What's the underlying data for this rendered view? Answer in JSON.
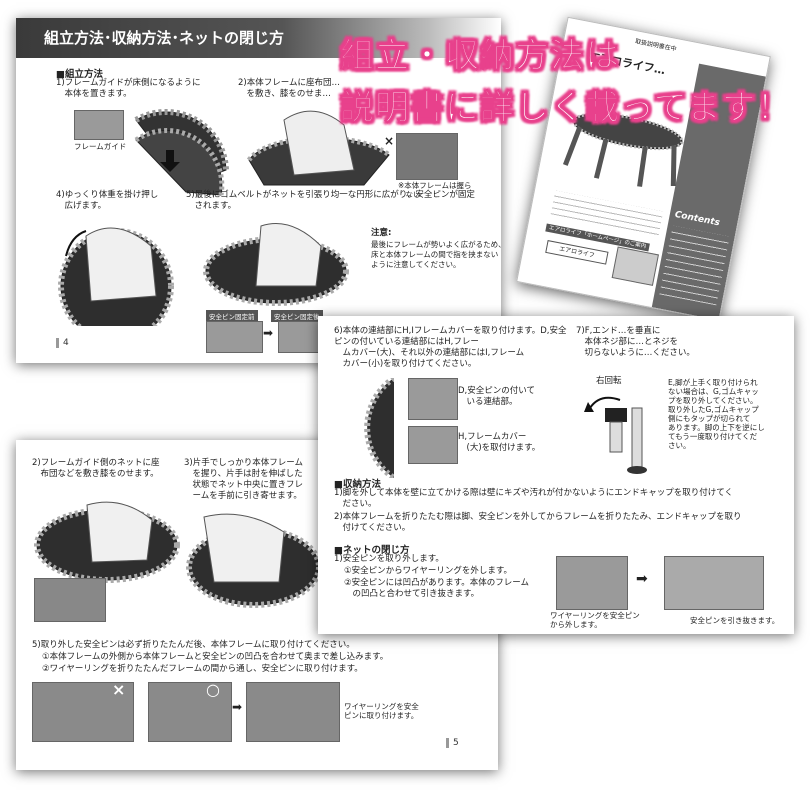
{
  "headline": {
    "line1": "組立・収納方法は",
    "line2": "説明書に詳しく載ってます！"
  },
  "colors": {
    "headline_outline": "#e8418c",
    "title_bar": "#3a3a3a"
  },
  "page4": {
    "title": "組立方法･収納方法･ネットの閉じ方",
    "section": "■組立方法",
    "step1": "1)フレームガイドが床側になるように\n　本体を置きます。",
    "frame_guide_label": "フレームガイド",
    "step2": "2)本体フレームに座布団…\n　を敷き、膝をのせま…",
    "note_cross": "※本体フレームは握ら\n　ない",
    "step4": "4)ゆっくり体重を掛け押し\n　広げます。",
    "step5": "5)最後にゴムベルトがネットを引張り均一な円形に広がり、安全ピンが固定\n　されます。",
    "caution_title": "注意:",
    "caution_text": "最後にフレームが勢いよく広がるため、\n床と本体フレームの間で指を挟まない\nように注意してください。",
    "pin_before": "安全ピン固定前",
    "pin_after": "安全ピン固定後",
    "page_number": "4"
  },
  "manual": {
    "cover_title": "エアロライフ…",
    "contents": "Contents",
    "site_label": "エアロライフ「ホームページ」のご案内",
    "site_button": "エアロライフ",
    "top_label": "取扱説明書在中"
  },
  "page_mid": {
    "step6": "6)本体の連結部にH,Iフレームカバーを取り付けます。D,安全ピンの付いている連結部にはH,フレー\n　ムカバー(大)、それ以外の連結部にはI,フレーム\n　カバー(小)を取り付けてください。",
    "callout_d": "D,安全ピンの付いて\n　いる連結部。",
    "callout_h": "H,フレームカバー\n　(大)を取付けます。",
    "step7": "7)F,エンド…を垂直に\n　本体ネジ部に…とネジを\n　切らないように…ください。",
    "rotate_label": "右回転",
    "step7_note": "E,脚が上手く取り付けられ\nない場合は、G,ゴムキャッ\nプを取り外してください。\n取り外したG,ゴムキャップ\n側にもタップが切られて\nあります。脚の上下を逆にし\nてもう一度取り付けてくだ\nさい。",
    "storage_section": "■収納方法",
    "storage1": "1)脚を外して本体を壁に立てかける際は壁にキズや汚れが付かないようにエンドキャップを取り付けてく\n　ださい。",
    "storage2": "2)本体フレームを折りたたむ際は脚、安全ピンを外してからフレームを折りたたみ、エンドキャップを取り\n　付けてください。",
    "net_section": "■ネットの閉じ方",
    "net1": "1)安全ピンを取り外します。",
    "net1a": "①安全ピンからワイヤーリングを外します。",
    "net1b": "②安全ピンには凹凸があります。本体のフレーム\n　の凹凸と合わせて引き抜きます。",
    "photo1_caption": "ワイヤーリングを安全ピン\nから外します。",
    "photo2_caption": "安全ピンを引き抜きます。"
  },
  "page5": {
    "step2": "2)フレームガイド側のネットに座\n　布団などを敷き膝をのせます。",
    "step3": "3)片手でしっかり本体フレーム\n　を握り、片手は肘を伸ばした\n　状態でネット中央に置きフレ\n　ームを手前に引き寄せます。",
    "step5": "5)取り外した安全ピンは必ず折りたたんだ後、本体フレームに取り付けてください。",
    "step5a": "①本体フレームの外側から本体フレームと安全ピンの凹凸を合わせて奥まで差し込みます。",
    "step5b": "②ワイヤーリングを折りたたんだフレームの間から通し、安全ピンに取り付けます。",
    "wire_caption": "ワイヤーリングを安全\nピンに取り付けます。",
    "mark_x": "×",
    "mark_o": "○",
    "page_number": "5"
  }
}
